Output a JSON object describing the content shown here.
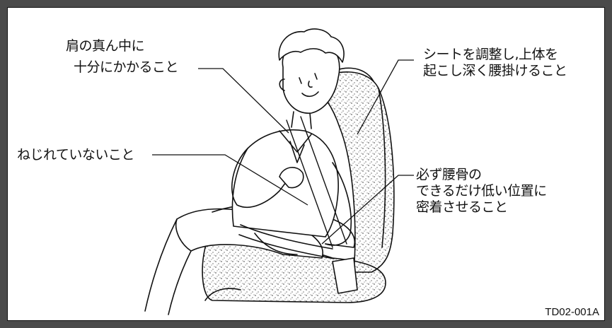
{
  "labels": {
    "shoulder_line1": "肩の真ん中に",
    "shoulder_line2": "十分にかかること",
    "seat_line1": "シートを調整し,上体を",
    "seat_line2": "起こし深く腰掛けること",
    "twist": "ねじれていないこと",
    "hip_line1": "必ず腰骨の",
    "hip_line2": "できるだけ低い位置に",
    "hip_line3": "密着させること"
  },
  "figure_code": "TD02-001A"
}
